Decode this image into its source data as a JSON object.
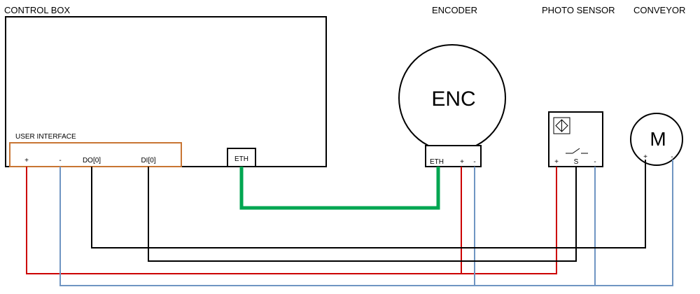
{
  "labels": {
    "control_box": "CONTROL BOX",
    "encoder": "ENCODER",
    "photo_sensor": "PHOTO SENSOR",
    "conveyor": "CONVEYOR"
  },
  "user_interface": {
    "title": "USER INTERFACE",
    "pins": {
      "plus": "+",
      "minus": "-",
      "do0": "DO[0]",
      "di0": "DI[0]"
    }
  },
  "control_box": {
    "eth": "ETH"
  },
  "encoder": {
    "symbol": "ENC",
    "eth": "ETH",
    "plus": "+",
    "minus": "-"
  },
  "photo_sensor": {
    "plus": "+",
    "s": "S",
    "minus": "-"
  },
  "motor": {
    "symbol": "M",
    "plus": "+",
    "minus": "-"
  },
  "colors": {
    "power_positive": "#cc0000",
    "power_negative": "#6f95c2",
    "ethernet": "#00a651",
    "signal": "#000000",
    "user_interface_border": "#c87533"
  }
}
